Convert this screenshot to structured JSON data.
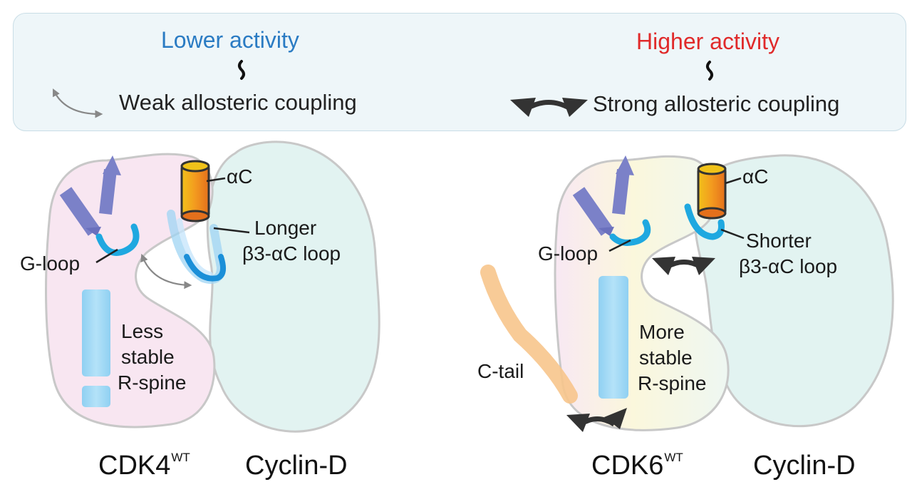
{
  "legend": {
    "left_title": "Lower activity",
    "left_desc": "Weak allosteric coupling",
    "right_title": "Higher activity",
    "right_desc": "Strong allosteric coupling"
  },
  "left_panel": {
    "alpha_c": "αC",
    "loop_label_1": "Longer",
    "loop_label_2": "β3-αC loop",
    "g_loop": "G-loop",
    "spine_1": "Less",
    "spine_2": "stable",
    "spine_3": "R-spine",
    "kinase": "CDK4",
    "kinase_sup": "WT",
    "cyclin": "Cyclin-D"
  },
  "right_panel": {
    "alpha_c": "αC",
    "loop_label_1": "Shorter",
    "loop_label_2": "β3-αC loop",
    "g_loop": "G-loop",
    "c_tail": "C-tail",
    "spine_1": "More",
    "spine_2": "stable",
    "spine_3": "R-spine",
    "kinase": "CDK6",
    "kinase_sup": "WT",
    "cyclin": "Cyclin-D"
  },
  "colors": {
    "weak_arrow": "#888888",
    "strong_arrow": "#333333",
    "lower_activity": "#2a7bc3",
    "higher_activity": "#e02a2a"
  }
}
